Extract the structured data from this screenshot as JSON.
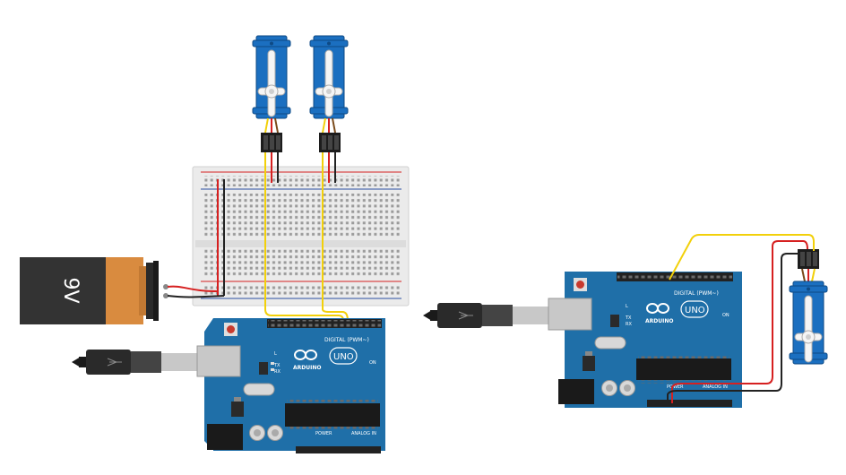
{
  "colors": {
    "canvas": "#ffffff",
    "arduino_board": "#1f6fa8",
    "arduino_dark": "#155a8a",
    "servo_body": "#1b6fc0",
    "breadboard": "#ececec",
    "battery_body": "#333333",
    "battery_cap": "#d98b3f",
    "wire_signal": "#f2d00a",
    "wire_power": "#d62020",
    "wire_ground": "#222222"
  },
  "battery": {
    "label": "9V"
  },
  "arduino_left": {
    "brand": "ARDUINO",
    "model": "UNO",
    "digital_label": "DIGITAL (PWM~)",
    "power_label": "POWER",
    "analog_label": "ANALOG IN",
    "tx_label": "TX",
    "rx_label": "RX",
    "l_label": "L",
    "on_label": "ON"
  },
  "arduino_right": {
    "brand": "ARDUINO",
    "model": "UNO",
    "digital_label": "DIGITAL (PWM~)",
    "power_label": "POWER",
    "analog_label": "ANALOG IN",
    "tx_label": "TX",
    "rx_label": "RX",
    "l_label": "L",
    "on_label": "ON"
  },
  "icons": {
    "usb_cable": "usb-cable-icon",
    "arduino_logo": "arduino-infinity-icon",
    "servo": "servo-motor-icon"
  }
}
